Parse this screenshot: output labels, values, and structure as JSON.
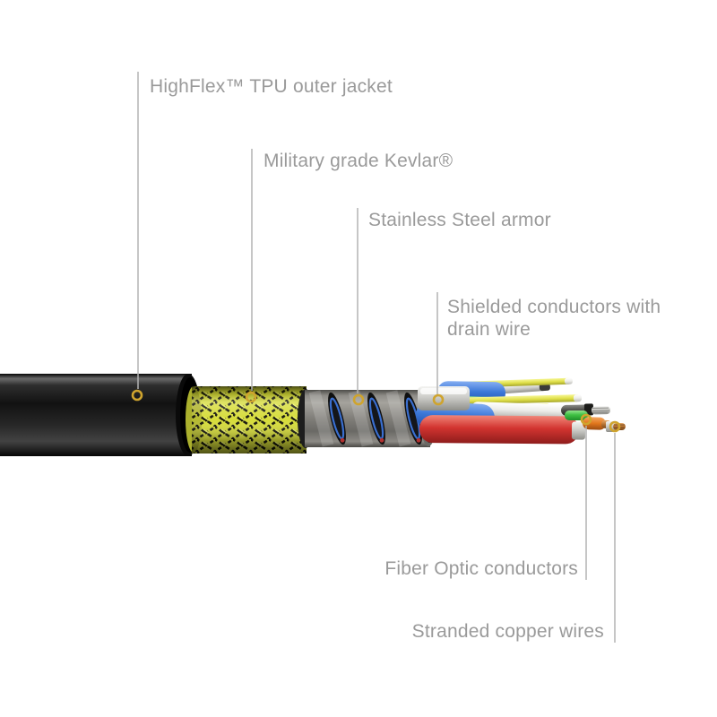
{
  "page": {
    "background": "#ffffff"
  },
  "diagram": {
    "type": "cable-cutaway",
    "subject": "hybrid fiber-copper armored cable anatomy",
    "labels": [
      {
        "id": "outer-jacket",
        "text": "HighFlex™ TPU outer jacket"
      },
      {
        "id": "kevlar",
        "text": "Military grade Kevlar®"
      },
      {
        "id": "armor",
        "text": "Stainless Steel armor"
      },
      {
        "id": "shielded",
        "text": "Shielded conductors with drain wire"
      },
      {
        "id": "fiber",
        "text": "Fiber Optic conductors"
      },
      {
        "id": "copper",
        "text": "Stranded copper wires"
      }
    ],
    "colors": {
      "label_text": "#9a9a9a",
      "leader_line": "#b3b3b3",
      "marker_ring": "#cfa42e",
      "jacket_black": "#1f1f1f",
      "kevlar_yellow": "#d6dc3a",
      "armor_gray": "#85847f",
      "wire_blue": "#3c78d8",
      "wire_green": "#3fc043",
      "wire_red": "#d23430",
      "wire_white": "#ededea",
      "fiber_yellow": "#e0e04a",
      "wire_orange": "#e0761c",
      "copper": "#b87333",
      "foil_silver": "#c8c8c4",
      "drain_gray": "#4a4a46"
    },
    "parts": [
      {
        "name": "outer-jacket",
        "color": "#1f1f1f"
      },
      {
        "name": "kevlar-braid",
        "color": "#d6dc3a"
      },
      {
        "name": "steel-armor-spiral",
        "color": "#85847f"
      },
      {
        "name": "foil-shielded-conductor",
        "color": "#c8c8c4"
      },
      {
        "name": "blue-conductor",
        "color": "#3c78d8"
      },
      {
        "name": "green-conductor",
        "color": "#3fc043"
      },
      {
        "name": "white-conductor",
        "color": "#ededea"
      },
      {
        "name": "red-conductor",
        "color": "#d23430"
      },
      {
        "name": "fiber-optic-strand",
        "color": "#e0e04a"
      },
      {
        "name": "drain-wire",
        "color": "#4a4a46"
      },
      {
        "name": "orange-fiber",
        "color": "#e0761c"
      },
      {
        "name": "stranded-copper-tip",
        "color": "#b87333"
      }
    ]
  }
}
